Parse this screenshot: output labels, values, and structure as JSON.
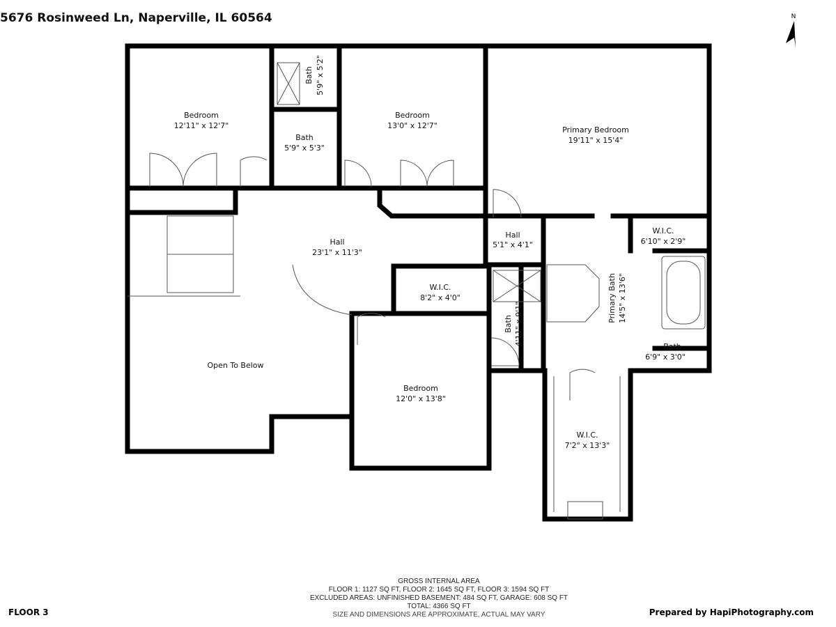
{
  "header": {
    "address": "5676 Rosinweed Ln, Naperville, IL 60564"
  },
  "rooms": [
    {
      "name": "Bedroom",
      "dims": "12'11\" x 12'7\""
    },
    {
      "name": "Bedroom",
      "dims": "13'0\" x 12'7\""
    },
    {
      "name": "Primary Bedroom",
      "dims": "19'11\" x 15'4\""
    },
    {
      "name": "Bath",
      "dims": "5'9\" x 5'2\""
    },
    {
      "name": "Bath",
      "dims": "5'9\" x 5'3\""
    },
    {
      "name": "Hall",
      "dims": "23'1\" x 11'3\""
    },
    {
      "name": "Hall",
      "dims": "5'1\" x 4'1\""
    },
    {
      "name": "W.I.C.",
      "dims": "6'10\" x 2'9\""
    },
    {
      "name": "Primary Bath",
      "dims": "14'5\" x 13'6\""
    },
    {
      "name": "W.I.C.",
      "dims": "8'2\" x 4'0\""
    },
    {
      "name": "Bath",
      "dims": "4'11\" x 9'1\""
    },
    {
      "name": "Bath",
      "dims": "6'9\" x 3'0\""
    },
    {
      "name": "Open To Below",
      "dims": ""
    },
    {
      "name": "Bedroom",
      "dims": "12'0\" x 13'8\""
    },
    {
      "name": "W.I.C.",
      "dims": "7'2\" x 13'3\""
    }
  ],
  "area": {
    "title": "GROSS INTERNAL AREA",
    "line1": "FLOOR 1: 1127 SQ FT, FLOOR 2: 1645 SQ FT, FLOOR 3: 1594 SQ FT",
    "line2": "EXCLUDED AREAS: UNFINISHED BASEMENT: 484 SQ FT, GARAGE: 608 SQ FT",
    "total": "TOTAL: 4366 SQ FT",
    "note": "SIZE AND DIMENSIONS ARE APPROXIMATE, ACTUAL MAY VARY"
  },
  "footer": {
    "floor": "FLOOR 3",
    "prepared": "Prepared by HapiPhotography.com"
  },
  "compass": {
    "label": "N",
    "icon": "north-arrow-icon"
  }
}
